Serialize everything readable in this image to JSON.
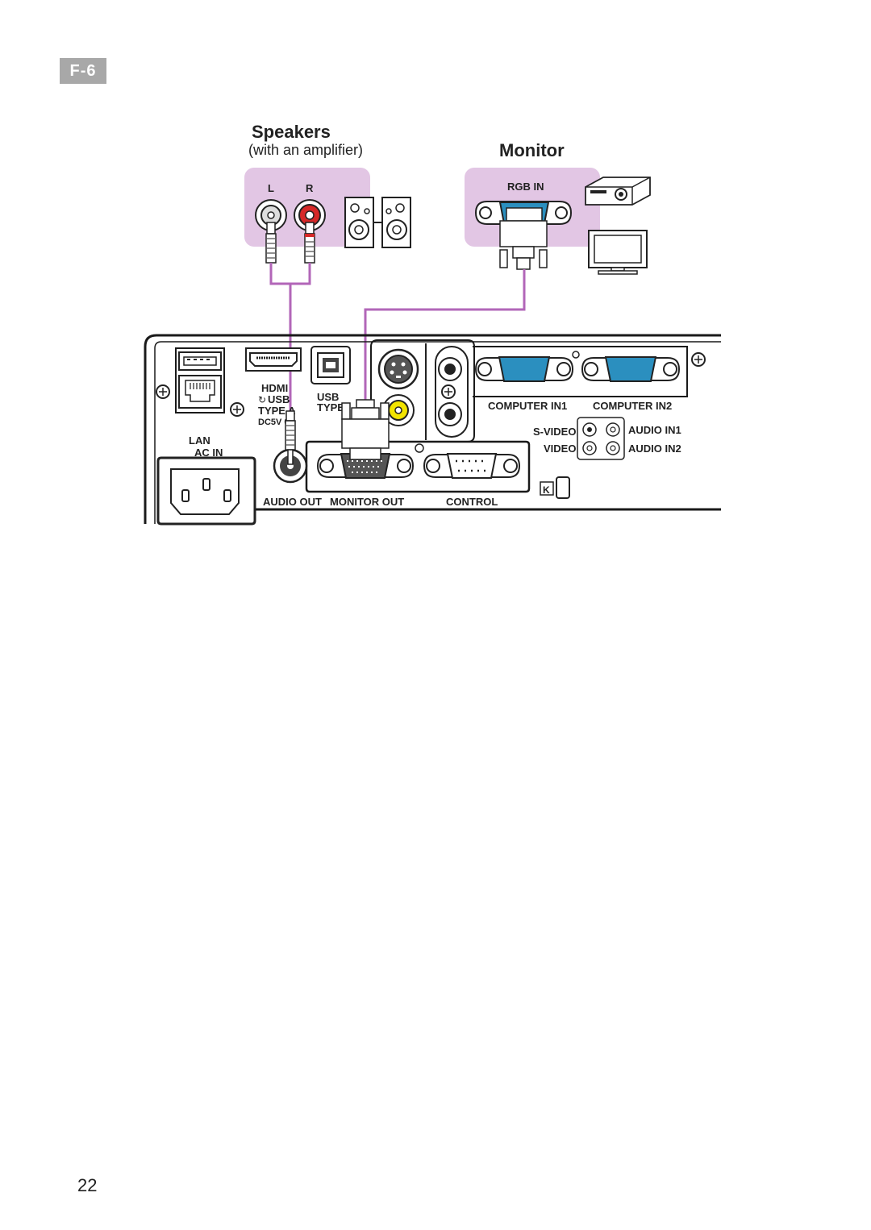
{
  "section_tag": "F-6",
  "page_number": "22",
  "speakers": {
    "title": "Speakers",
    "subtitle": "(with an amplifier)",
    "left_jack": "L",
    "right_jack": "R"
  },
  "monitor": {
    "title": "Monitor",
    "input_label": "RGB IN"
  },
  "projector_panel": {
    "ports": {
      "hdmi": "HDMI",
      "usb_type_a_1": "USB",
      "usb_type_a_2": "TYPE A",
      "usb_type_a_3": "DC5V 0",
      "usb_type_b_1": "USB",
      "usb_type_b_2": "TYPE",
      "lan": "LAN",
      "ac_in": "AC IN",
      "computer_in1": "COMPUTER IN1",
      "computer_in2": "COMPUTER IN2",
      "s_video": "S-VIDEO",
      "video": "VIDEO",
      "audio_in1": "AUDIO IN1",
      "audio_in2": "AUDIO IN2",
      "audio_out": "AUDIO OUT",
      "monitor_out": "MONITOR OUT",
      "control": "CONTROL"
    }
  },
  "colors": {
    "cable": "#b266b8",
    "highlight_box": "#e2c6e4",
    "vga_blue": "#2b8fbf",
    "red_jack": "#d62828",
    "yellow_jack": "#f2e400"
  }
}
